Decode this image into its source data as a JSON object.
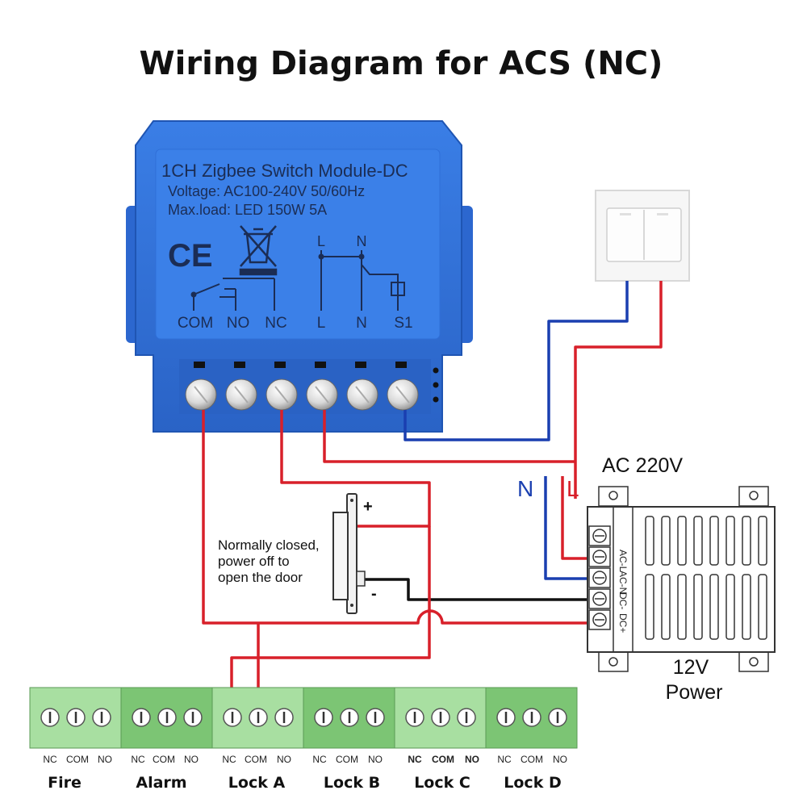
{
  "title": "Wiring Diagram for ACS (NC)",
  "module": {
    "name": "1CH Zigbee Switch Module-DC",
    "voltage": "Voltage: AC100-240V 50/60Hz",
    "maxload": "Max.load: LED 150W 5A",
    "ce_mark": "CE",
    "top_l": "L",
    "top_n": "N",
    "terminals": [
      "COM",
      "NO",
      "NC",
      "L",
      "N",
      "S1"
    ],
    "color": "#2f6fd8"
  },
  "ac_label": "AC 220V",
  "n_label": "N",
  "l_label": "L",
  "door": {
    "plus": "+",
    "minus": "-",
    "note_line1": "Normally closed,",
    "note_line2": "power off to",
    "note_line3": "open the door"
  },
  "psu": {
    "terminals": [
      "AC-L",
      "AC-N",
      "DC-",
      "DC+"
    ],
    "label_line1": "12V",
    "label_line2": "Power"
  },
  "controller": {
    "sub_labels": [
      "NC",
      "COM",
      "NO"
    ],
    "blocks": [
      "Fire",
      "Alarm",
      "Lock A",
      "Lock B",
      "Lock C",
      "Lock D"
    ],
    "color_light": "#a8dfa1",
    "color_dark": "#7cc574"
  },
  "wire_colors": {
    "red": "#d8202a",
    "blue": "#1a3fb0",
    "black": "#111111"
  }
}
